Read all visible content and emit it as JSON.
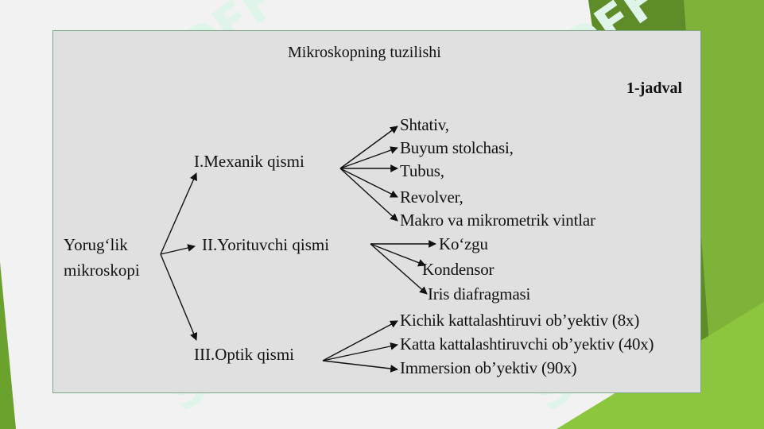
{
  "slide": {
    "title": "Mikroskopning tuzilishi",
    "table_tag": "1-jadval",
    "root": {
      "line1": "Yorug‘lik",
      "line2": "mikroskopi"
    },
    "branches": [
      {
        "label": "I.Mexanik qismi",
        "items": [
          "Shtativ,",
          "Buyum stolchasi,",
          "Tubus,",
          "Revolver,",
          "Makro va mikrometrik vintlar"
        ]
      },
      {
        "label": "II.Yorituvchi qismi",
        "items": [
          "Ko‘zgu",
          "Kondensor",
          "Iris diafragmasi"
        ]
      },
      {
        "label": "III.Optik qismi",
        "items": [
          "Kichik kattalashtiruvi ob’yektiv (8x)",
          "Katta kattalashtiruvchi ob’yektiv (40x)",
          "Immersion ob’yektiv (90x)"
        ]
      }
    ]
  },
  "watermark": {
    "text": "SOFF",
    "color": "#dff5e9"
  },
  "colors": {
    "green_dark": "#5d8c28",
    "green_light": "#8cc63e",
    "arrow": "#111111",
    "panel_border": "#7fa78a"
  }
}
